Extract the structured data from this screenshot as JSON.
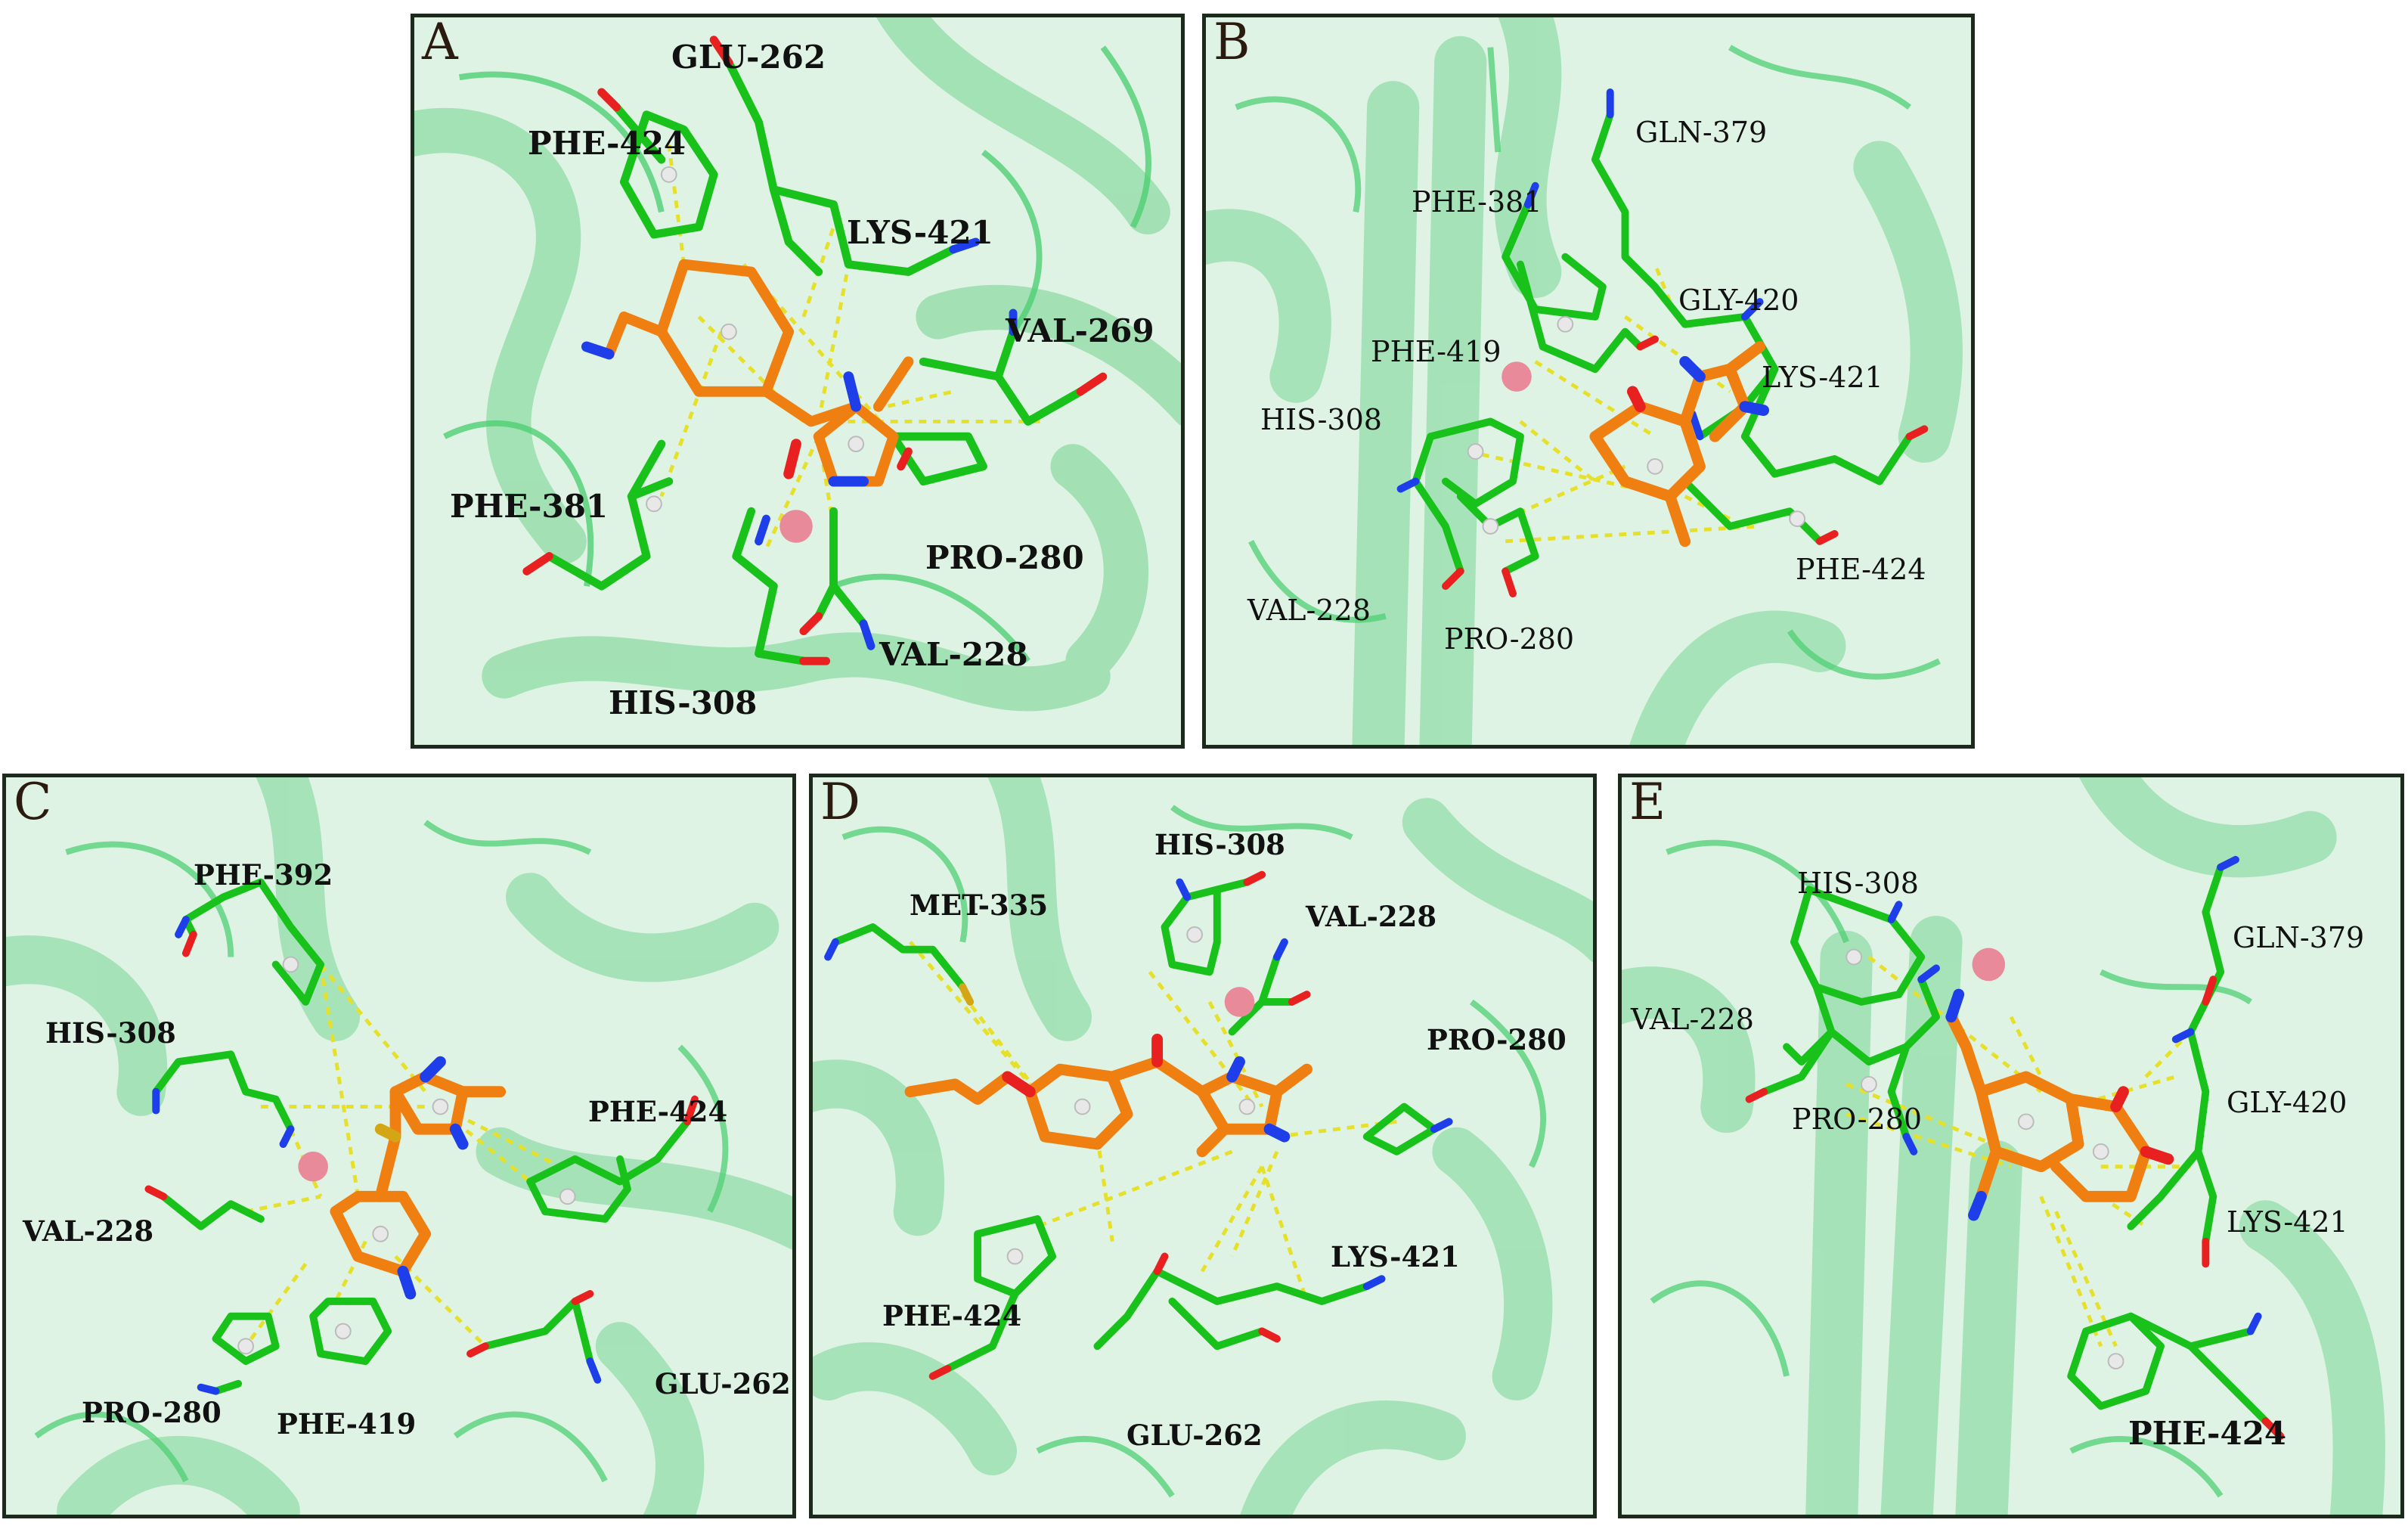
{
  "figure": {
    "colors": {
      "ribbon": "#3fbf63",
      "background": "#dff3e4",
      "residue": "#18c21b",
      "ligand": "#ef7f11",
      "oxygen": "#e82020",
      "nitrogen": "#1d3ee8",
      "sulfur": "#d4a515",
      "interaction": "#e6e02a",
      "metal": "#e88a9a",
      "centroid": "#e8e8e8",
      "border": "#1b2a1b"
    },
    "panels": [
      {
        "letter": "A",
        "labels": [
          "GLU-262",
          "PHE-424",
          "LYS-421",
          "VAL-269",
          "PHE-381",
          "PRO-280",
          "VAL-228",
          "HIS-308"
        ]
      },
      {
        "letter": "B",
        "labels": [
          "GLN-379",
          "PHE-381",
          "GLY-420",
          "PHE-419",
          "LYS-421",
          "HIS-308",
          "PHE-424",
          "VAL-228",
          "PRO-280"
        ]
      },
      {
        "letter": "C",
        "labels": [
          "PHE-392",
          "HIS-308",
          "PHE-424",
          "VAL-228",
          "GLU-262",
          "PRO-280",
          "PHE-419"
        ]
      },
      {
        "letter": "D",
        "labels": [
          "HIS-308",
          "MET-335",
          "VAL-228",
          "PRO-280",
          "LYS-421",
          "PHE-424",
          "GLU-262"
        ]
      },
      {
        "letter": "E",
        "labels": [
          "HIS-308",
          "GLN-379",
          "VAL-228",
          "GLY-420",
          "PRO-280",
          "LYS-421",
          "PHE-424"
        ]
      }
    ]
  }
}
